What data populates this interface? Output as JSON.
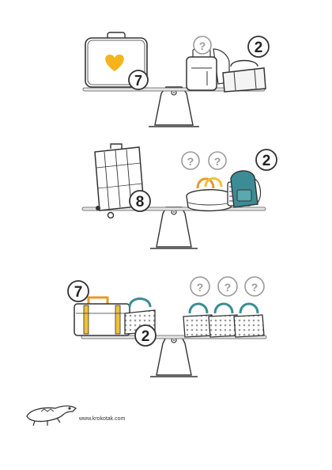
{
  "colors": {
    "outline": "#333333",
    "beam": "#e6e6e6",
    "heart": "#f5b41c",
    "question": "#9a9a9a",
    "teal": "#3c8c96",
    "yellow": "#f2bf3a",
    "orange": "#e79a2a",
    "dots": "#999999"
  },
  "puzzles": [
    {
      "left_value": "7",
      "right_known_value": "2",
      "unknowns": [
        "?"
      ]
    },
    {
      "left_value": "8",
      "right_known_value": "2",
      "unknowns": [
        "?",
        "?"
      ]
    },
    {
      "left_value": "7",
      "right_known_value": "2",
      "unknowns": [
        "?",
        "?",
        "?"
      ]
    }
  ],
  "footer": {
    "website": "www.krokotak.com"
  },
  "icons": [
    "suitcase-heart-icon",
    "backpack-icon",
    "duffel-bag-icon",
    "rolling-suitcase-icon",
    "handbag-icon",
    "briefcase-icon",
    "polka-dot-bag-icon",
    "crocodile-logo-icon"
  ]
}
